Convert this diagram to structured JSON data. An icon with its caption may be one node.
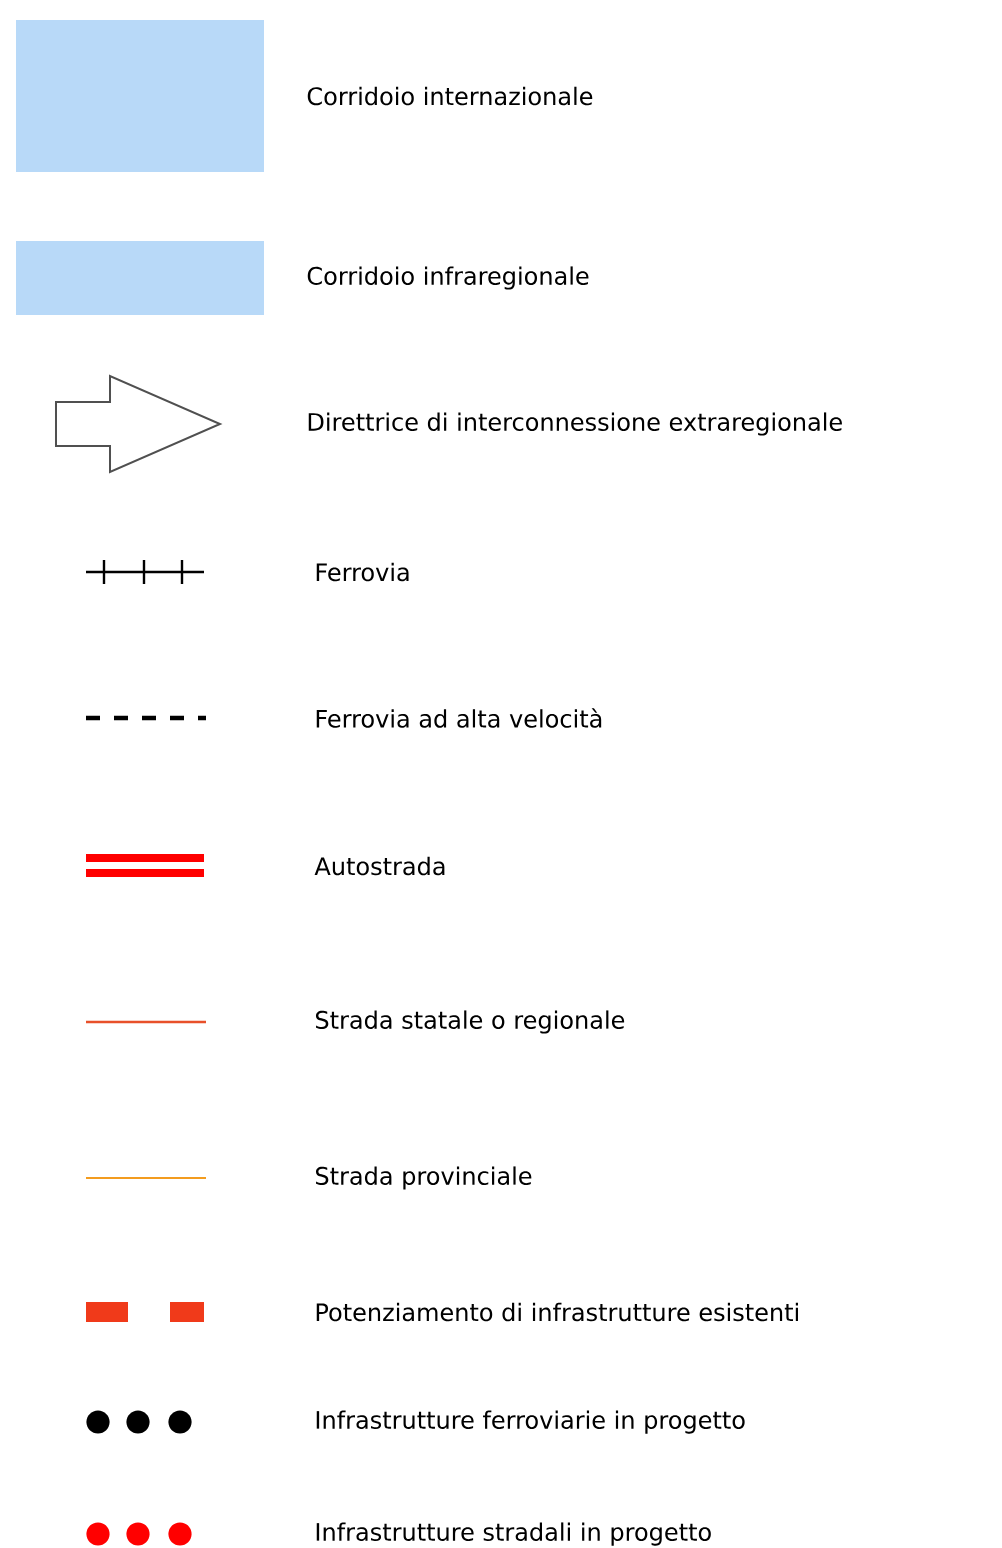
{
  "diagram": {
    "legend": [
      {
        "text": "Corridoio internazionale",
        "color": "#b8d9f8"
      },
      {
        "text": "Corridoio infraregionale",
        "color": "#b8d9f8"
      },
      {
        "text": "Direttrice di interconnessione extraregionale"
      },
      {
        "text": "Ferrovia"
      },
      {
        "text": "Ferrovia ad alta velocità"
      },
      {
        "text": "Autostrada"
      },
      {
        "text": "Strada statale o regionale"
      },
      {
        "text": "Strada provinciale"
      },
      {
        "text": "Potenziamento di infrastrutture esistenti"
      },
      {
        "text": "Infrastrutture ferroviarie in progetto"
      },
      {
        "text": "Infrastrutture stradali in progetto"
      }
    ]
  }
}
